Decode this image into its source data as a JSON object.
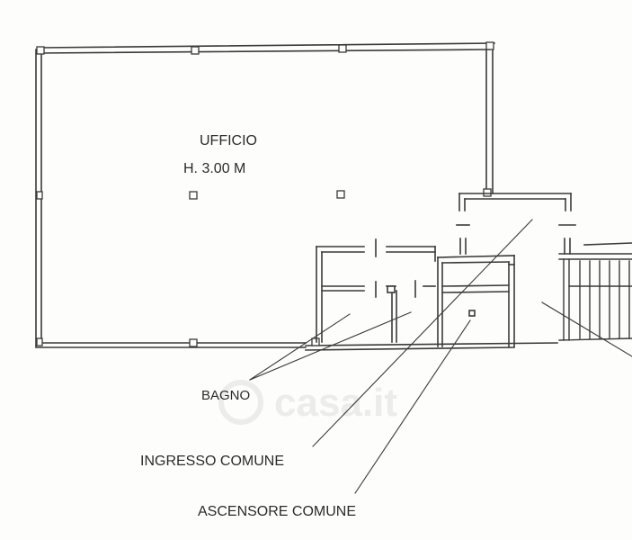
{
  "labels": {
    "office_name": "UFFICIO",
    "office_height": "H. 3.00 M",
    "bathroom": "BAGNO",
    "common_entrance": "INGRESSO COMUNE",
    "common_elevator": "ASCENSORE COMUNE"
  },
  "watermark": {
    "text": "casa.it"
  },
  "colors": {
    "line": "#3a3a3a",
    "text": "#2b2b2b",
    "background": "#fdfdfb",
    "watermark": "#ececea"
  }
}
